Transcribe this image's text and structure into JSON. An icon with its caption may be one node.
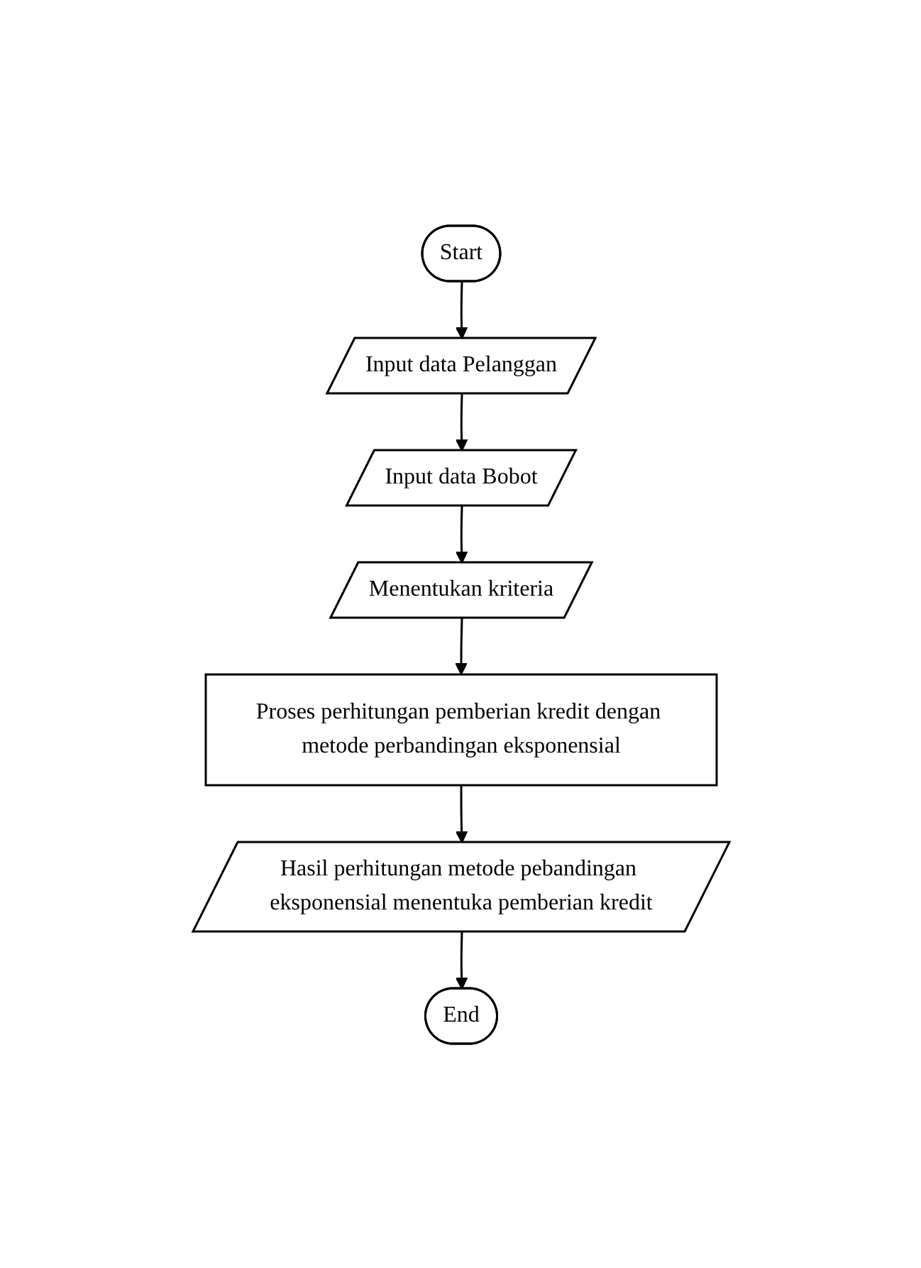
{
  "diagram": {
    "nodes": [
      {
        "text": [
          "Start"
        ]
      },
      {
        "text": [
          "Input data Pelanggan"
        ]
      },
      {
        "text": [
          "Input data Bobot"
        ]
      },
      {
        "text": [
          "Menentukan kriteria"
        ]
      },
      {
        "text": [
          "Proses perhitungan pemberian kredit dengan metode perbandingan eksponensial"
        ]
      },
      {
        "text": [
          "Hasil perhitungan metode pebandingan eksponensial menentuka pemberian kredit"
        ]
      },
      {
        "text": [
          "End"
        ]
      }
    ],
    "edges": [
      {
        "from": 0,
        "to": 1,
        "arrow": "to"
      },
      {
        "from": 1,
        "to": 2,
        "arrow": "to"
      },
      {
        "from": 2,
        "to": 3,
        "arrow": "to"
      },
      {
        "from": 3,
        "to": 4,
        "arrow": "to"
      },
      {
        "from": 4,
        "to": 5,
        "arrow": "to"
      },
      {
        "from": 5,
        "to": 6,
        "arrow": "to"
      }
    ]
  }
}
